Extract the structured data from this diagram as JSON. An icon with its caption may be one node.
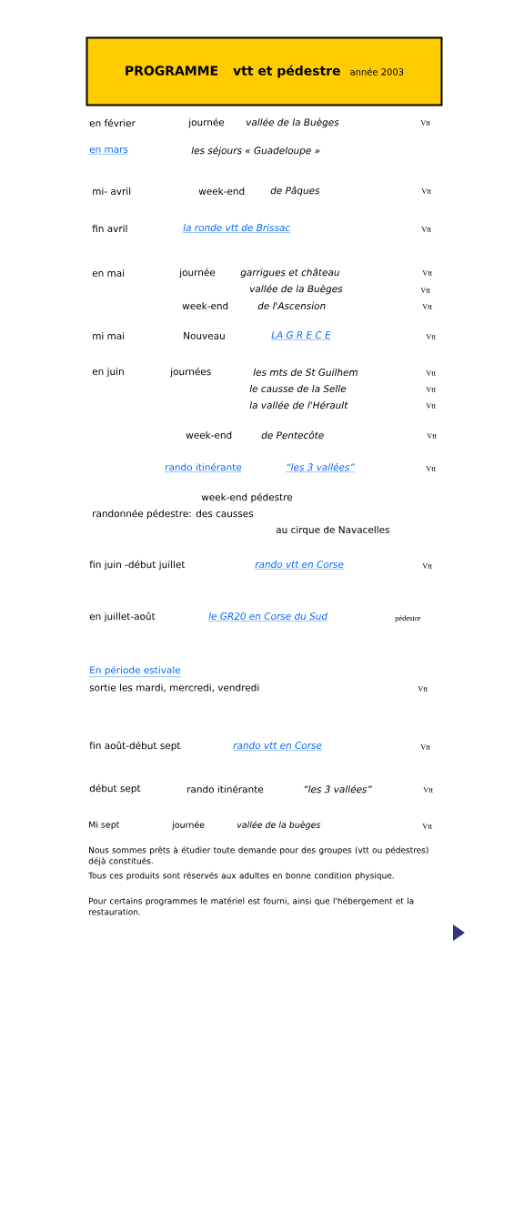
{
  "diagram": {
    "nodes": [
      {
        "text": [
          "PROGRAMME",
          "vtt et pédestre",
          "année 2003"
        ]
      }
    ],
    "labels": [
      "en février",
      "journée",
      "vallée de la Buèges",
      "Vtt",
      "en mars",
      "les séjours  « Guadeloupe »",
      "mi- avril",
      "week-end",
      "de Pâques",
      "Vtt",
      "fin avril",
      "la ronde vtt de Brissac",
      "Vtt",
      "en mai",
      "journée",
      "garrigues et château",
      "Vtt",
      "vallée de la Buèges",
      "Vtt",
      "week-end",
      "de l'Ascension",
      "Vtt",
      "mi mai",
      "Nouveau",
      "LA G R E C E",
      "Vtt",
      "en juin",
      "journées",
      "les mts de St Guilhem",
      "Vtt",
      "le causse de la Selle",
      "Vtt",
      "la vallée de l'Hérault",
      "Vtt",
      "week-end",
      "de Pentecôte",
      "Vtt",
      "rando itinérante",
      "“les 3 vallées”",
      "Vtt",
      "week-end pédestre",
      "randonnée pédestre: des causses",
      "au cirque de Navacelles",
      "fin juin -début juillet",
      "rando vtt en Corse",
      "Vtt",
      "en juillet-août",
      "le GR20 en Corse du Sud",
      "pédestre",
      "En période estivale",
      "sortie les mardi, mercredi, vendredi",
      "Vtt",
      "fin août-début sept",
      "rando vtt en Corse",
      "Vtt",
      "début sept",
      "rando itinérante",
      "“les 3 vallées”",
      "Vtt",
      "Mi sept",
      "journée",
      "vallée de la buèges",
      "Vtt",
      "Nous sommes prêts à étudier toute demande pour des groupes (vtt ou pédestres) déjà constitués.",
      "Tous ces produits sont réservés aux adultes en bonne condition physique.",
      "Pour certains programmes le matériel est fourni, ainsi que l'hébergement et la restauration."
    ]
  }
}
